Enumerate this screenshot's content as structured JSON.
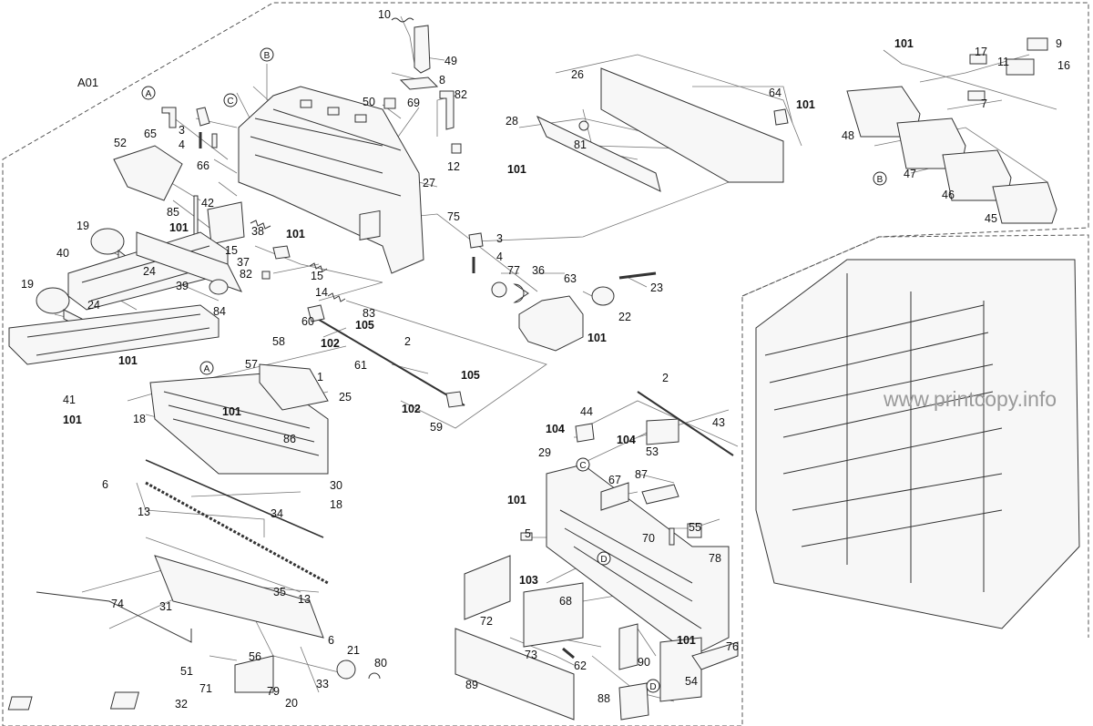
{
  "assembly_code": "A01",
  "watermark": "www.printcopy.info",
  "reference_markers": [
    {
      "id": "marker-a-1",
      "letter": "A"
    },
    {
      "id": "marker-a-2",
      "letter": "A"
    },
    {
      "id": "marker-b-1",
      "letter": "B"
    },
    {
      "id": "marker-b-2",
      "letter": "B"
    },
    {
      "id": "marker-c-1",
      "letter": "C"
    },
    {
      "id": "marker-c-2",
      "letter": "C"
    },
    {
      "id": "marker-d-1",
      "letter": "D"
    },
    {
      "id": "marker-d-2",
      "letter": "D"
    }
  ],
  "callouts": [
    "10",
    "49",
    "8",
    "50",
    "69",
    "82",
    "12",
    "27",
    "75",
    "3",
    "4",
    "77",
    "36",
    "63",
    "23",
    "22",
    "101",
    "65",
    "3",
    "4",
    "66",
    "52",
    "85",
    "42",
    "101",
    "19",
    "40",
    "24",
    "39",
    "15",
    "38",
    "101",
    "37",
    "82",
    "15",
    "19",
    "24",
    "84",
    "41",
    "101",
    "14",
    "83",
    "60",
    "105",
    "102",
    "2",
    "61",
    "105",
    "102",
    "59",
    "58",
    "1",
    "57",
    "25",
    "101",
    "101",
    "18",
    "86",
    "30",
    "18",
    "6",
    "13",
    "34",
    "35",
    "13",
    "74",
    "31",
    "6",
    "21",
    "80",
    "51",
    "56",
    "71",
    "79",
    "20",
    "33",
    "32",
    "26",
    "28",
    "81",
    "64",
    "101",
    "101",
    "101",
    "9",
    "17",
    "11",
    "16",
    "7",
    "48",
    "47",
    "46",
    "45",
    "2",
    "43",
    "44",
    "104",
    "104",
    "53",
    "29",
    "67",
    "87",
    "101",
    "5",
    "70",
    "55",
    "78",
    "103",
    "68",
    "72",
    "73",
    "62",
    "90",
    "101",
    "76",
    "54",
    "89",
    "88"
  ]
}
